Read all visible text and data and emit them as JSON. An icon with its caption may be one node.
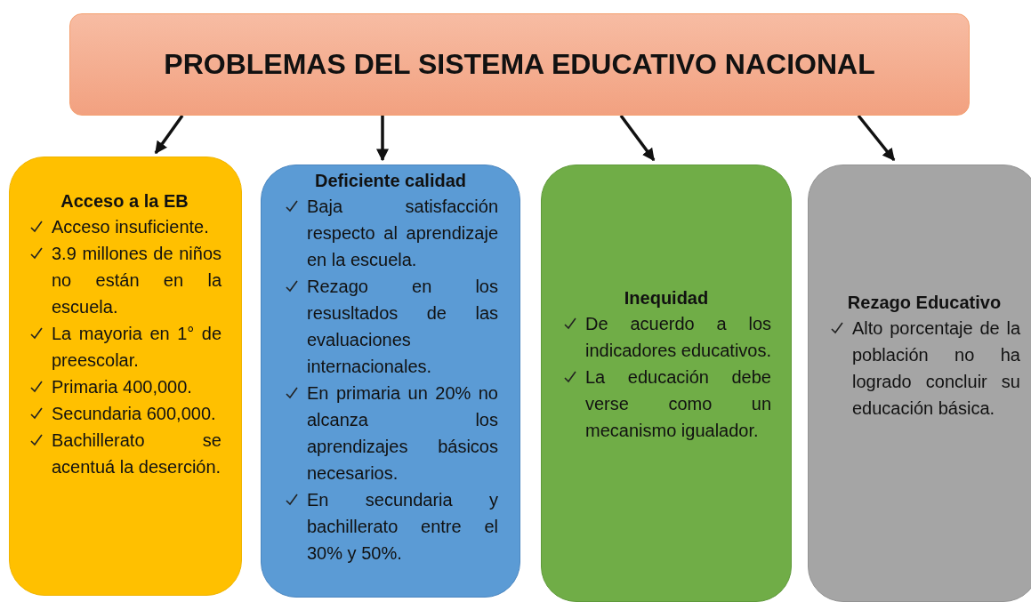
{
  "diagram": {
    "nodes": [
      {
        "text": [
          "PROBLEMAS DEL SISTEMA EDUCATIVO NACIONAL"
        ]
      },
      {
        "text": [
          "Acceso a la EB",
          "Acceso insuficiente.",
          "3.9 millones de niños no están en la escuela.",
          "La mayoria en 1° de preescolar.",
          "Primaria 400,000.",
          "Secundaria 600,000.",
          "Bachillerato se acentuá la deserción."
        ]
      },
      {
        "text": [
          "Deficiente calidad",
          "Baja satisfacción respecto al aprendizaje en la escuela.",
          "Rezago en los resusltados de las evaluaciones internacionales.",
          "En primaria un 20% no alcanza los aprendizajes básicos necesarios.",
          "En secundaria y bachillerato entre el 30% y 50%."
        ]
      },
      {
        "text": [
          "Inequidad",
          "De acuerdo a los indicadores educativos.",
          "La educación debe verse como un mecanismo igualador."
        ]
      },
      {
        "text": [
          "Rezago Educativo",
          "Alto porcentaje de la población no ha logrado concluir su educación básica."
        ]
      }
    ],
    "edges": [
      {
        "from": 0,
        "to": 1,
        "arrow": "to"
      },
      {
        "from": 0,
        "to": 2,
        "arrow": "to"
      },
      {
        "from": 0,
        "to": 3,
        "arrow": "to"
      },
      {
        "from": 0,
        "to": 4,
        "arrow": "to"
      }
    ]
  }
}
